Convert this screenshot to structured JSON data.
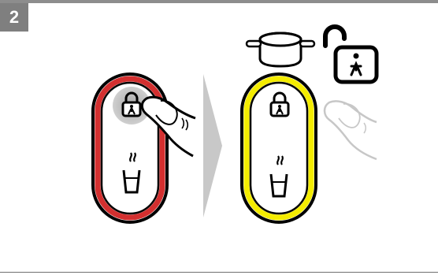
{
  "step": {
    "number": "2"
  },
  "colors": {
    "before_ring": "#d32f2f",
    "after_ring": "#f4ec00",
    "header_bar": "#8d8d8d",
    "badge_bg": "#7f7f7f",
    "arrow": "#c8c8c8",
    "outline": "#000000"
  },
  "panels": {
    "before": {
      "ring_color_name": "red",
      "icons": [
        "lock-icon",
        "hot-water-cup-icon"
      ],
      "finger": "pressing-finger"
    },
    "after": {
      "ring_color_name": "yellow",
      "icons": [
        "lock-icon",
        "hot-water-cup-icon",
        "pot-icon",
        "child-unlock-icon"
      ],
      "finger": "released-finger"
    }
  }
}
